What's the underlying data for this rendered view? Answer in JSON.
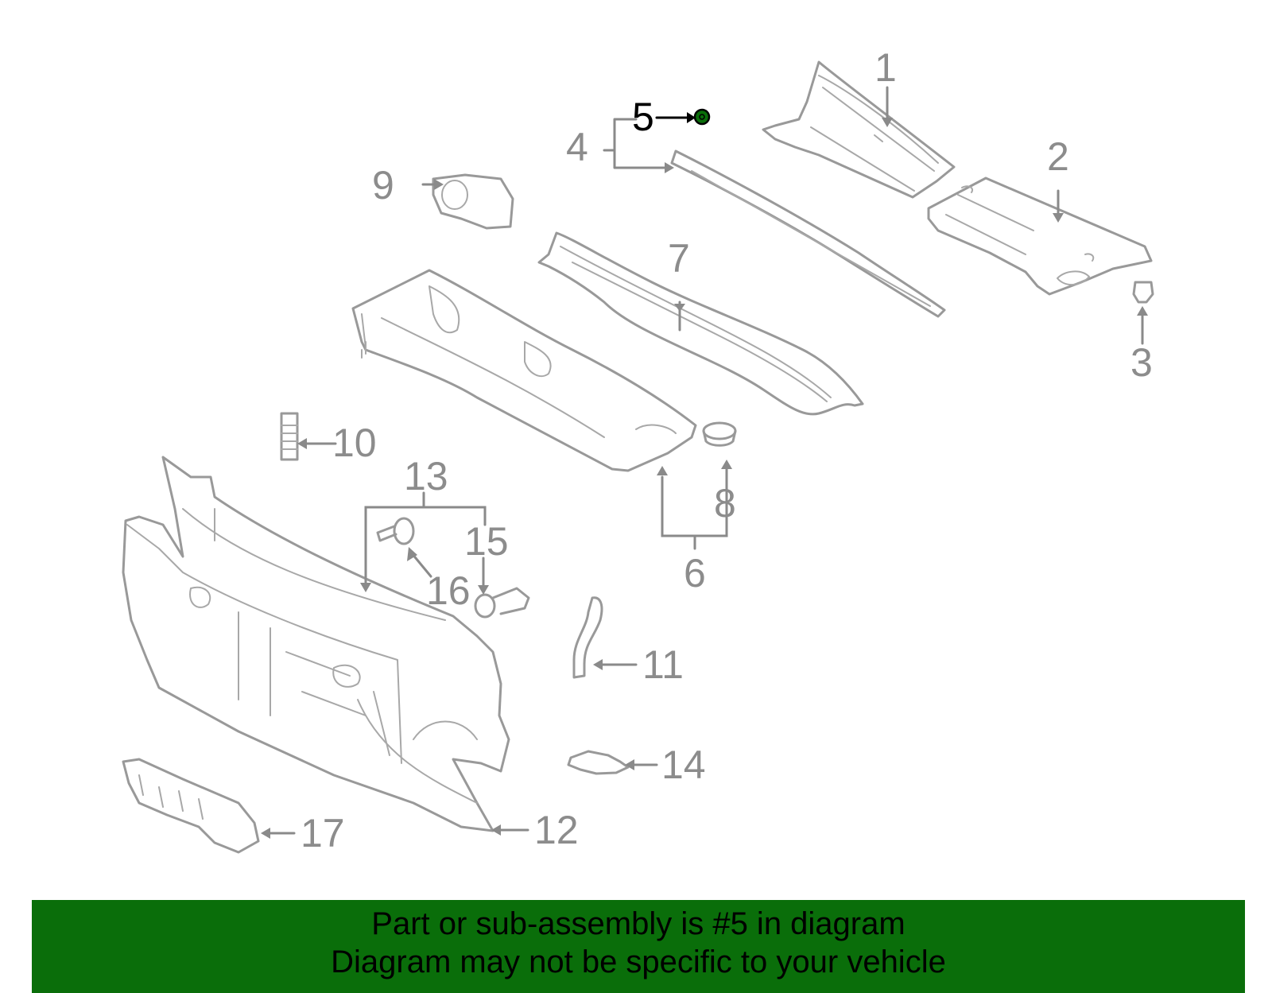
{
  "diagram": {
    "callouts": [
      {
        "id": "1",
        "label": "1"
      },
      {
        "id": "2",
        "label": "2"
      },
      {
        "id": "3",
        "label": "3"
      },
      {
        "id": "4",
        "label": "4"
      },
      {
        "id": "5",
        "label": "5",
        "highlighted": true
      },
      {
        "id": "6",
        "label": "6"
      },
      {
        "id": "7",
        "label": "7"
      },
      {
        "id": "8",
        "label": "8"
      },
      {
        "id": "9",
        "label": "9"
      },
      {
        "id": "10",
        "label": "10"
      },
      {
        "id": "11",
        "label": "11"
      },
      {
        "id": "12",
        "label": "12"
      },
      {
        "id": "13",
        "label": "13"
      },
      {
        "id": "14",
        "label": "14"
      },
      {
        "id": "15",
        "label": "15"
      },
      {
        "id": "16",
        "label": "16"
      },
      {
        "id": "17",
        "label": "17"
      }
    ],
    "colors": {
      "part_outline": "#999999",
      "highlight_part": "#0a6e0a",
      "highlight_label": "#000000",
      "banner_bg": "#0a6e0a"
    }
  },
  "banner": {
    "line1": "Part or sub-assembly is #5 in diagram",
    "line2": "Diagram may not be specific to your vehicle"
  }
}
